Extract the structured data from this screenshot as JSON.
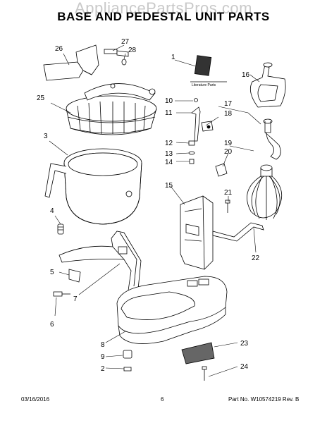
{
  "watermark": "AppliancePartsPros.com",
  "title": "BASE AND PEDESTAL UNIT PARTS",
  "literature_label": "Literature Parts",
  "callouts": [
    "1",
    "2",
    "3",
    "4",
    "5",
    "6",
    "7",
    "8",
    "9",
    "10",
    "11",
    "12",
    "13",
    "14",
    "15",
    "16",
    "17",
    "18",
    "19",
    "20",
    "21",
    "22",
    "23",
    "24",
    "25",
    "26",
    "27",
    "28"
  ],
  "footer": {
    "date": "03/16/2016",
    "page": "6",
    "part_no": "Part No.  W10574219  Rev. B"
  }
}
